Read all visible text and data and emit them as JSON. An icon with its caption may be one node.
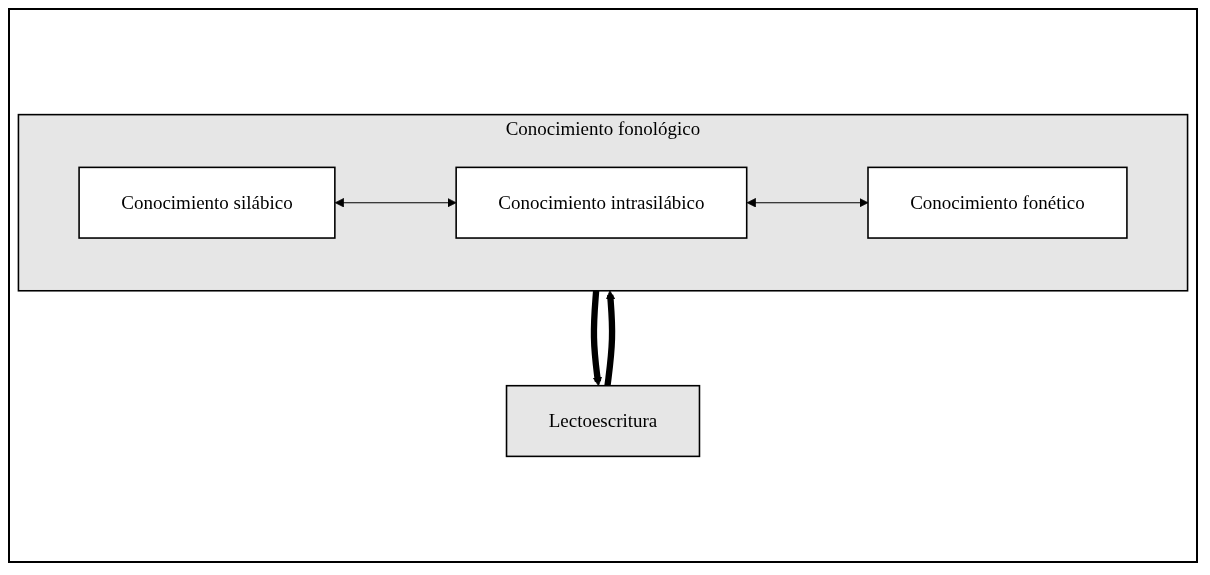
{
  "diagram": {
    "nodes": [
      {
        "text": [
          "Conocimiento fonológico"
        ]
      },
      {
        "text": [
          "Conocimiento silábico"
        ],
        "in": 0
      },
      {
        "text": [
          "Conocimiento intrasilábico"
        ],
        "in": 0
      },
      {
        "text": [
          "Conocimiento fonético"
        ],
        "in": 0
      },
      {
        "text": [
          "Lectoescritura"
        ]
      }
    ],
    "edges": [
      {
        "from": 1,
        "to": 2,
        "arrow": "both"
      },
      {
        "from": 2,
        "to": 3,
        "arrow": "both"
      },
      {
        "from": 4,
        "to": 0,
        "arrow": "to",
        "style": "thick"
      },
      {
        "from": 0,
        "to": 4,
        "arrow": "to",
        "style": "thick"
      }
    ]
  }
}
